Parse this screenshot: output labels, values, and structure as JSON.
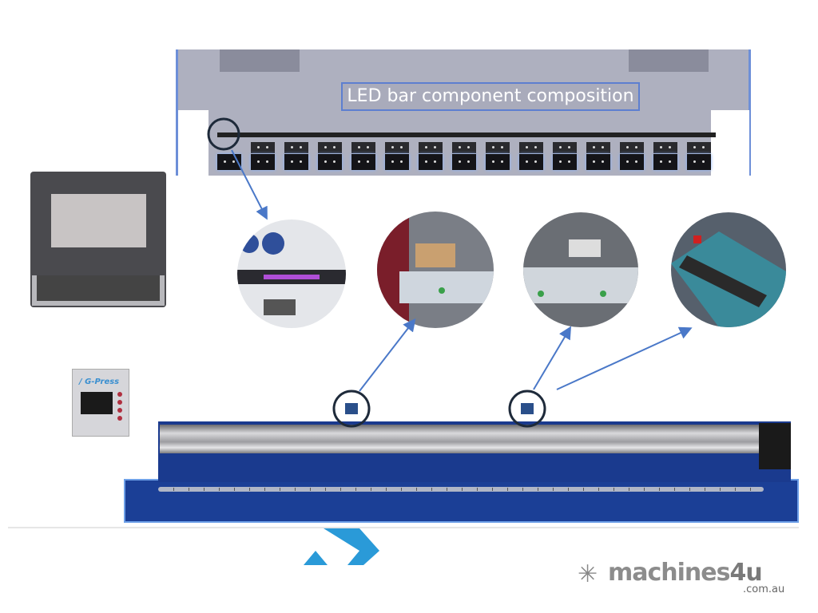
{
  "diagram": {
    "title": "LED bar component composition",
    "controller_brand": "/ G-Press"
  },
  "logo": {
    "name": "machines",
    "name_suffix": "4u",
    "domain": ".com.au",
    "icon": "snowflake-arrow-icon"
  },
  "colors": {
    "accent_blue": "#1a3a8e",
    "arrow_blue": "#4a78c8",
    "label_border": "#5d7fd0"
  }
}
